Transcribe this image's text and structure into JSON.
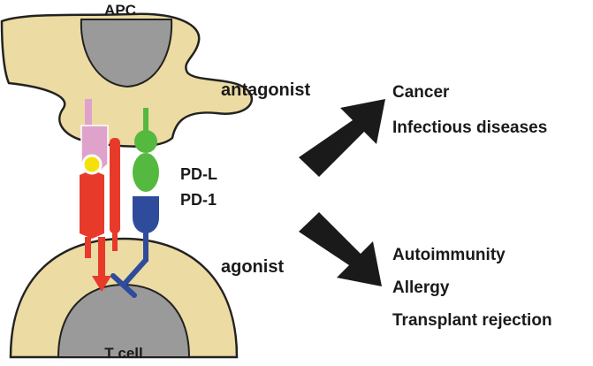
{
  "labels": {
    "apc": "APC",
    "t_cell": "T cell",
    "pd_l": "PD-L",
    "pd_1": "PD-1",
    "antagonist": "antagonist",
    "agonist": "agonist"
  },
  "outcomes": {
    "antagonist": [
      "Cancer",
      "Infectious diseases"
    ],
    "agonist": [
      "Autoimmunity",
      "Allergy",
      "Transplant rejection"
    ]
  },
  "colors": {
    "cell_fill": "#ecdba2",
    "nucleus_fill": "#9a9a9a",
    "tcr_red": "#e83a2a",
    "mhc_pink": "#dfa3cb",
    "peptide_yellow": "#f5e10a",
    "pdl_green": "#55b93f",
    "pd1_blue": "#2f4b9c",
    "arrow_black": "#1a1a1a",
    "text": "#1a1a1a"
  }
}
